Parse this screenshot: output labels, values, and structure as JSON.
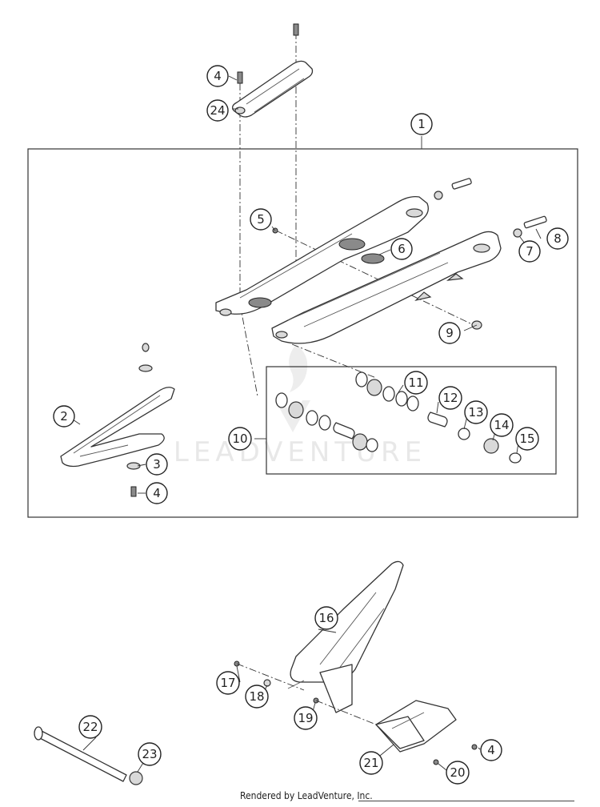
{
  "watermark": {
    "text": "LEADVENTURE"
  },
  "footer": {
    "credit": "Rendered by LeadVenture, Inc."
  },
  "callouts": [
    {
      "id": "c1",
      "label": "1"
    },
    {
      "id": "c2",
      "label": "2"
    },
    {
      "id": "c3",
      "label": "3"
    },
    {
      "id": "c4a",
      "label": "4"
    },
    {
      "id": "c4b",
      "label": "4"
    },
    {
      "id": "c4c",
      "label": "4"
    },
    {
      "id": "c5",
      "label": "5"
    },
    {
      "id": "c6",
      "label": "6"
    },
    {
      "id": "c7",
      "label": "7"
    },
    {
      "id": "c8",
      "label": "8"
    },
    {
      "id": "c9",
      "label": "9"
    },
    {
      "id": "c10",
      "label": "10"
    },
    {
      "id": "c11",
      "label": "11"
    },
    {
      "id": "c12",
      "label": "12"
    },
    {
      "id": "c13",
      "label": "13"
    },
    {
      "id": "c14",
      "label": "14"
    },
    {
      "id": "c15",
      "label": "15"
    },
    {
      "id": "c16",
      "label": "16"
    },
    {
      "id": "c17",
      "label": "17"
    },
    {
      "id": "c18",
      "label": "18"
    },
    {
      "id": "c19",
      "label": "19"
    },
    {
      "id": "c20",
      "label": "20"
    },
    {
      "id": "c21",
      "label": "21"
    },
    {
      "id": "c22",
      "label": "22"
    },
    {
      "id": "c23",
      "label": "23"
    },
    {
      "id": "c24",
      "label": "24"
    }
  ]
}
